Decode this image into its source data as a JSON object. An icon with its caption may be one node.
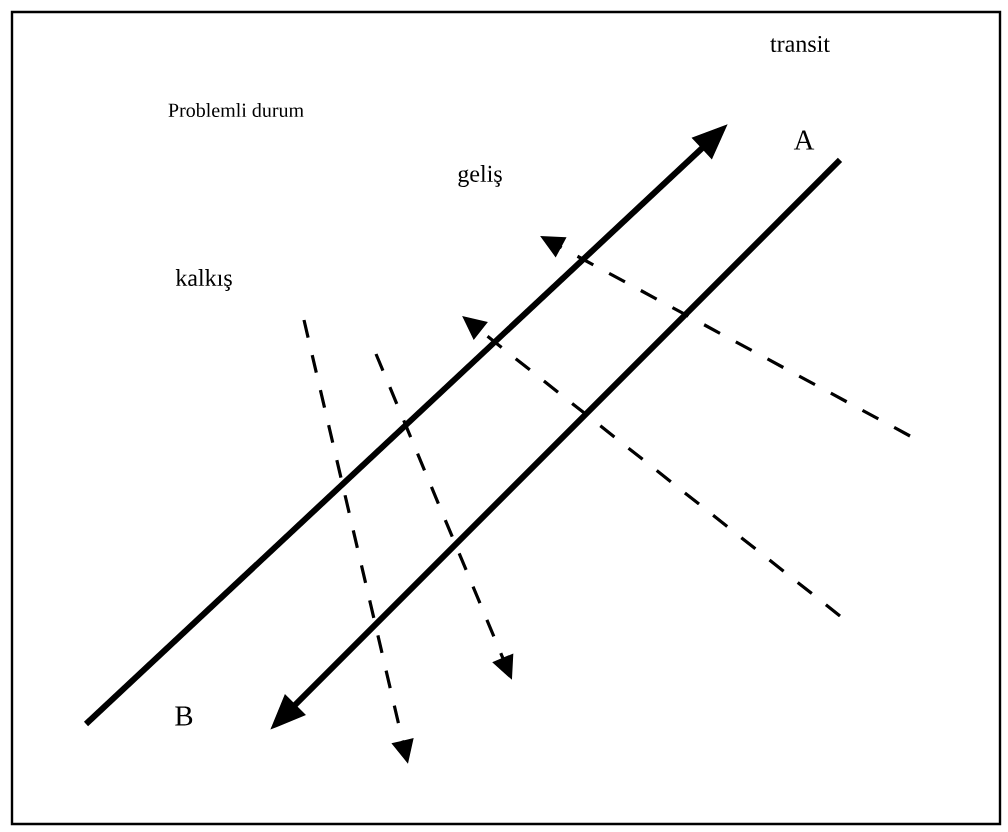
{
  "diagram": {
    "labels": [
      "transit",
      "Problemli durum",
      "A",
      "geliş",
      "kalkış",
      "B"
    ]
  }
}
